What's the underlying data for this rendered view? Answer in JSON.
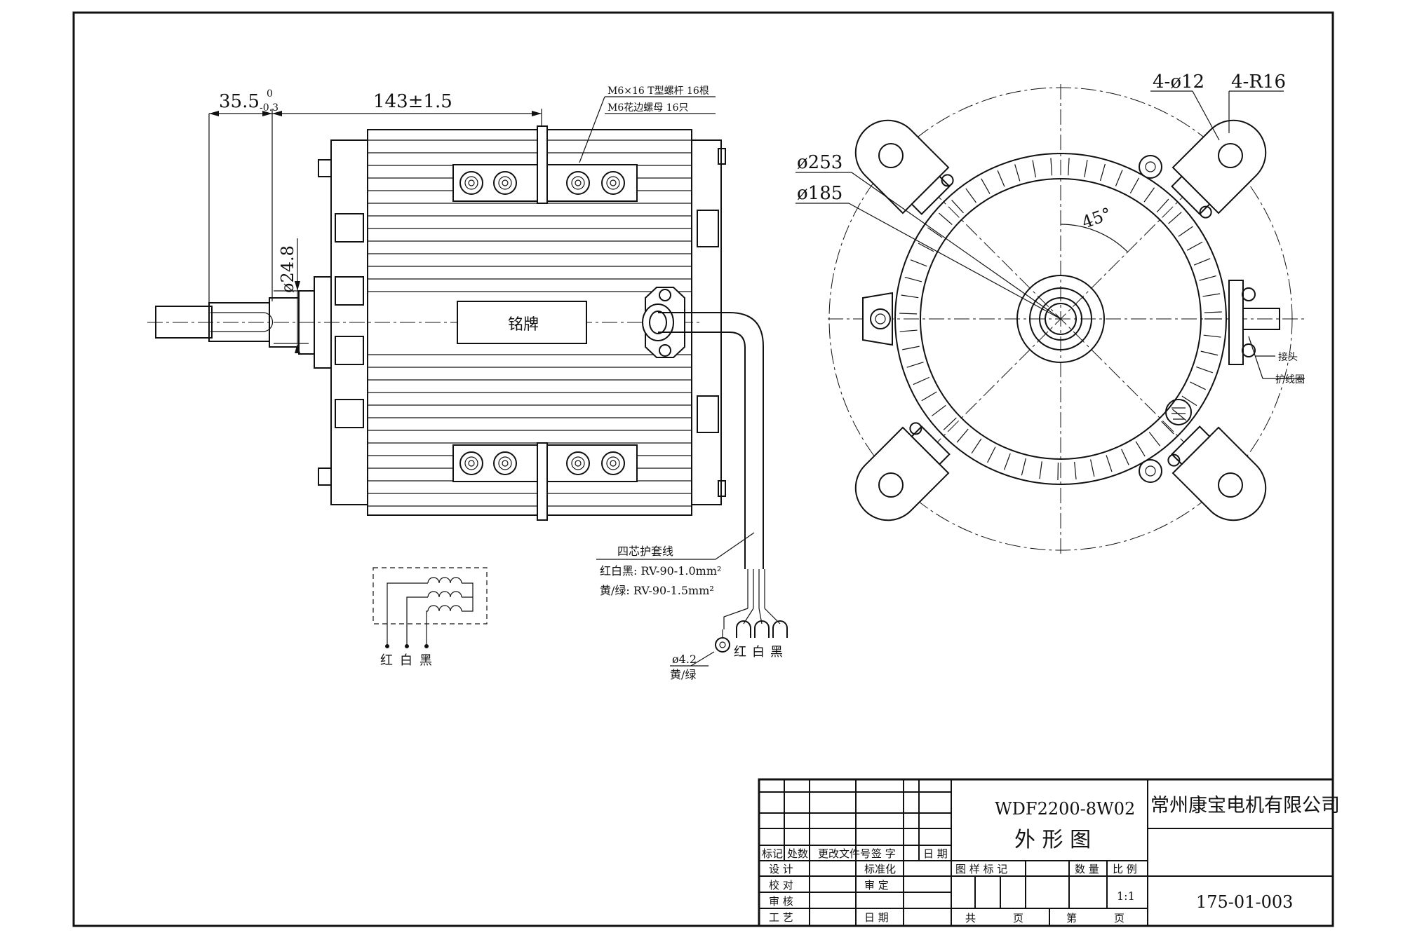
{
  "side_view": {
    "dim_shaft_len": "35.5",
    "dim_shaft_tol_upper": "0",
    "dim_shaft_tol_lower": "-0.3",
    "dim_body_len": "143±1.5",
    "dim_shaft_dia": "ø24.8",
    "bolt_note_1": "M6×16 T型螺杆 16根",
    "bolt_note_2": "M6花边螺母  16只",
    "nameplate": "铭牌",
    "cable_title": "四芯护套线",
    "cable_rwb": "红白黑: RV-90-1.0mm²",
    "cable_yg": "黄/绿: RV-90-1.5mm²",
    "lead_red": "红",
    "lead_white": "白",
    "lead_black": "黑",
    "ground_dia": "ø4.2",
    "ground_label": "黄/绿",
    "schematic_red": "红",
    "schematic_white": "白",
    "schematic_black": "黑"
  },
  "front_view": {
    "dim_holes": "4-ø12",
    "dim_radius": "4-R16",
    "dim_outer_dia": "ø253",
    "dim_inner_dia": "ø185",
    "angle": "45°",
    "connector_label": "接头",
    "grommet_label": "护线圈"
  },
  "title_block": {
    "model": "WDF2200-8W02",
    "drawing_name": "外 形 图",
    "company": "常州康宝电机有限公司",
    "drawing_number": "175-01-003",
    "scale": "1:1",
    "hdr_mark": "标记",
    "hdr_count": "处数",
    "hdr_change_doc": "更改文件号",
    "hdr_sign": "签 字",
    "hdr_date": "日 期",
    "row_design": "设 计",
    "row_check": "校 对",
    "row_review": "审 核",
    "row_process": "工 艺",
    "row_standard": "标准化",
    "row_approve": "审 定",
    "row_date": "日 期",
    "lbl_sample": "图 样 标 记",
    "lbl_qty": "数 量",
    "lbl_scale": "比 例",
    "lbl_total": "共",
    "lbl_page": "页",
    "lbl_sheet": "第",
    "lbl_page2": "页"
  }
}
